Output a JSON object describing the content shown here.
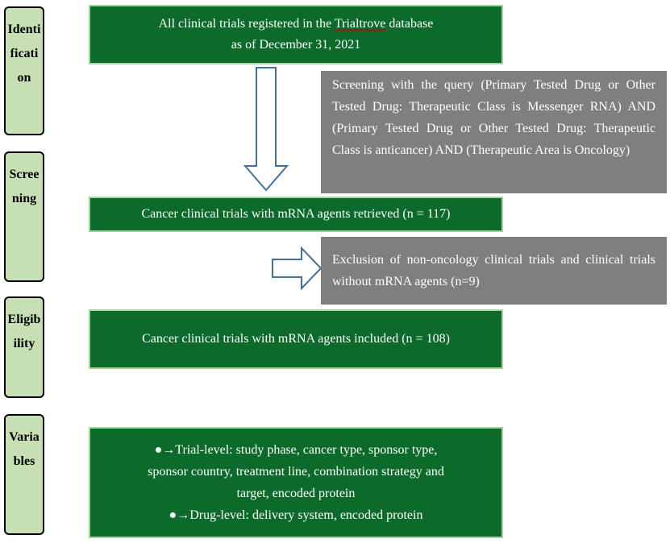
{
  "stages": {
    "identification": "Identification",
    "screening": "Screening",
    "eligibility": "Eligibility",
    "variables": "Variables"
  },
  "box1": {
    "line1_pre": "All clinical trials registered in the ",
    "line1_db": "Trialtrove",
    "line1_post": " database",
    "line2": "as of December 31, 2021"
  },
  "query_box": {
    "text": "Screening with the query (Primary Tested Drug or Other Tested Drug: Therapeutic Class is Messenger RNA) AND (Primary Tested Drug or Other Tested Drug: Therapeutic Class is anticancer) AND (Therapeutic Area is Oncology)"
  },
  "box2": {
    "text": "Cancer clinical trials with mRNA agents retrieved (n = 117)"
  },
  "exclusion_box": {
    "text": "Exclusion of non-oncology clinical trials and clinical trials without mRNA agents (n=9)"
  },
  "box3": {
    "text": "Cancer clinical trials with mRNA agents included (n = 108)"
  },
  "variables_box": {
    "trial_label": "●→Trial-level: study phase, cancer type, sponsor type,",
    "trial_line2": "sponsor country, treatment line, combination strategy and",
    "trial_line3": "target, encoded protein",
    "drug_label": "●→Drug-level: delivery system, encoded protein"
  },
  "colors": {
    "green_box": "#0c6b2a",
    "side_label": "#c6e0b4",
    "gray_box": "#7f7f7f",
    "arrow_stroke": "#41719c"
  },
  "icons": {
    "down_arrow": "down-arrow-icon",
    "right_arrow": "right-arrow-icon"
  }
}
